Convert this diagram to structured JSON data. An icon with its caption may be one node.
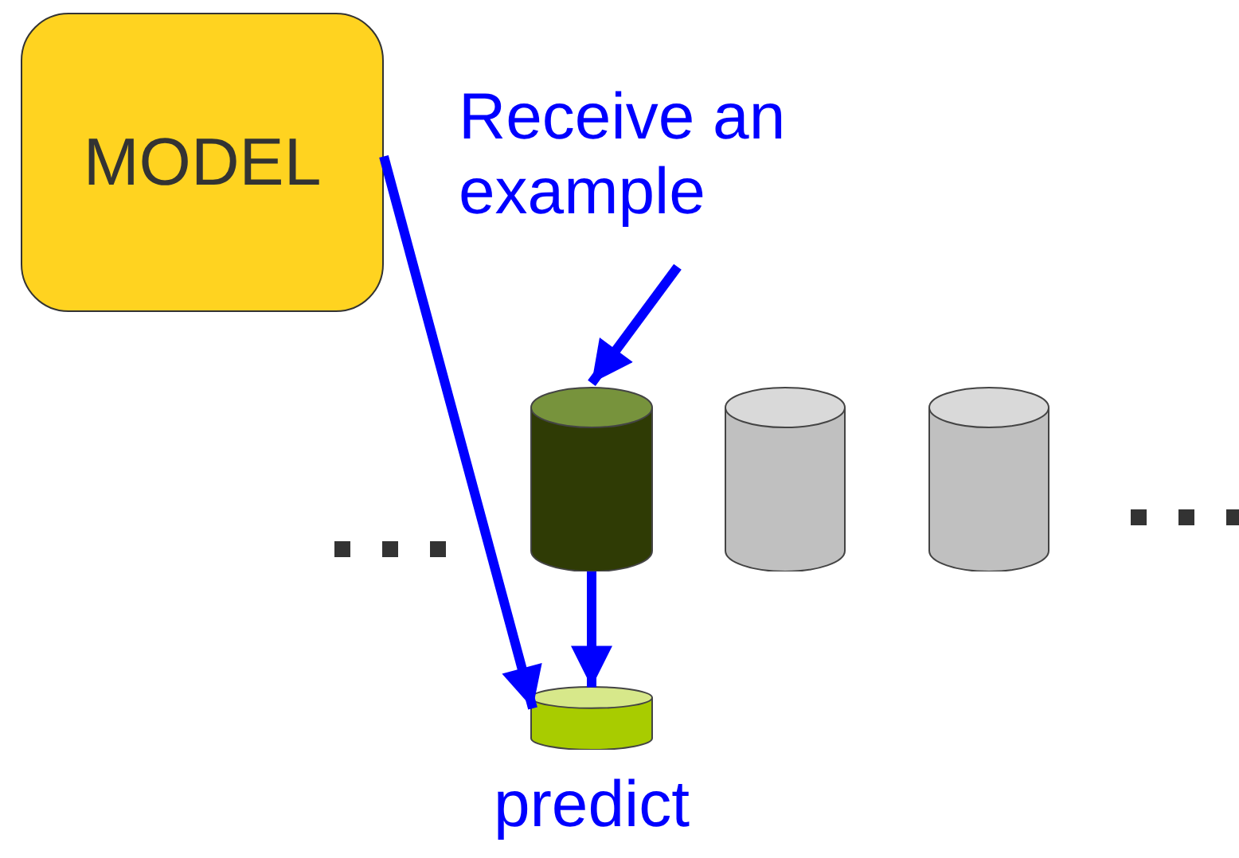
{
  "diagram": {
    "nodes": [
      {
        "text": [
          "MODEL"
        ]
      },
      {
        "text": [
          "Receive an example"
        ]
      },
      {
        "text": [],
        "shape": "cylinder"
      },
      {
        "text": [],
        "shape": "cylinder"
      },
      {
        "text": [],
        "shape": "cylinder"
      },
      {
        "text": [],
        "shape": "cylinder",
        "beside": [
          "predict"
        ]
      }
    ],
    "edges": [
      {
        "from": 1,
        "to": 2,
        "arrow": "to"
      },
      {
        "from": 0,
        "to": 5,
        "arrow": "to"
      },
      {
        "from": 2,
        "to": 5,
        "arrow": "to"
      }
    ]
  }
}
